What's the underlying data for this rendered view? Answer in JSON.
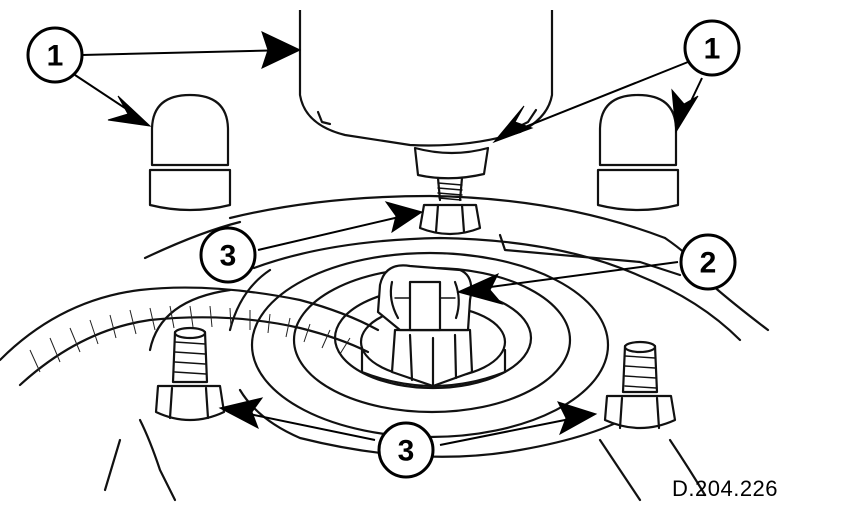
{
  "diagram": {
    "reference_code": "D.204.226",
    "callouts": [
      {
        "id": "callout-1-left",
        "label": "1"
      },
      {
        "id": "callout-1-right",
        "label": "1"
      },
      {
        "id": "callout-2",
        "label": "2"
      },
      {
        "id": "callout-3-top",
        "label": "3"
      },
      {
        "id": "callout-3-bottom",
        "label": "3"
      }
    ]
  }
}
